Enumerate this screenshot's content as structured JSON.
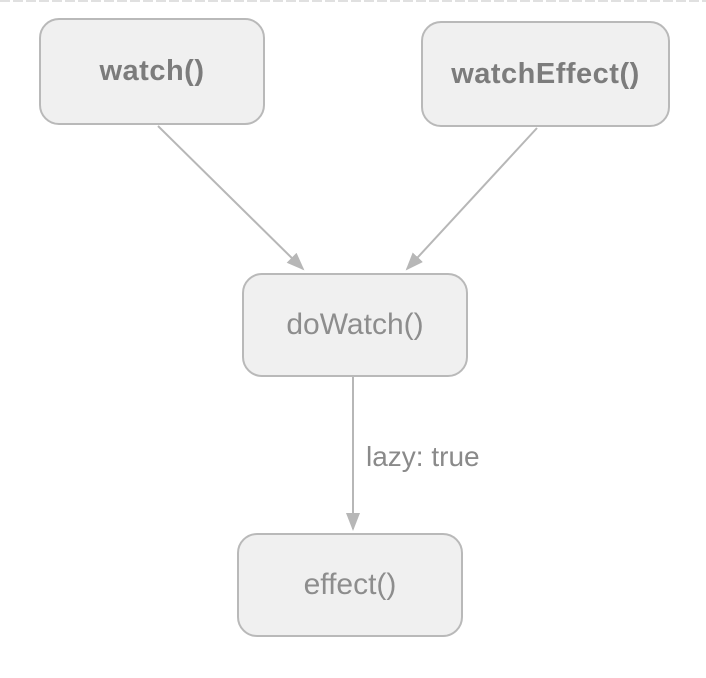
{
  "diagram": {
    "type": "flowchart",
    "direction": "top-down",
    "nodes": [
      {
        "id": "watch",
        "label": "watch()",
        "emphasis": "bold"
      },
      {
        "id": "watchEffect",
        "label": "watchEffect()",
        "emphasis": "bold"
      },
      {
        "id": "doWatch",
        "label": "doWatch()",
        "emphasis": "normal"
      },
      {
        "id": "effect",
        "label": "effect()",
        "emphasis": "normal"
      }
    ],
    "edges": [
      {
        "from": "watch",
        "to": "doWatch",
        "label": "",
        "arrowhead": "filled-triangle"
      },
      {
        "from": "watchEffect",
        "to": "doWatch",
        "label": "",
        "arrowhead": "filled-triangle"
      },
      {
        "from": "doWatch",
        "to": "effect",
        "label": "lazy: true",
        "arrowhead": "filled-triangle"
      }
    ],
    "colors": {
      "background": "#ffffff",
      "node_fill": "#f0f0f0",
      "node_border": "#b9b9b9",
      "bold_node_text": "#7c7c7c",
      "normal_node_text": "#8d8d8d",
      "arrow": "#b7b7b7",
      "edge_label_text": "#8a8a8a",
      "top_dashed_line": "#e0e0e0"
    }
  }
}
